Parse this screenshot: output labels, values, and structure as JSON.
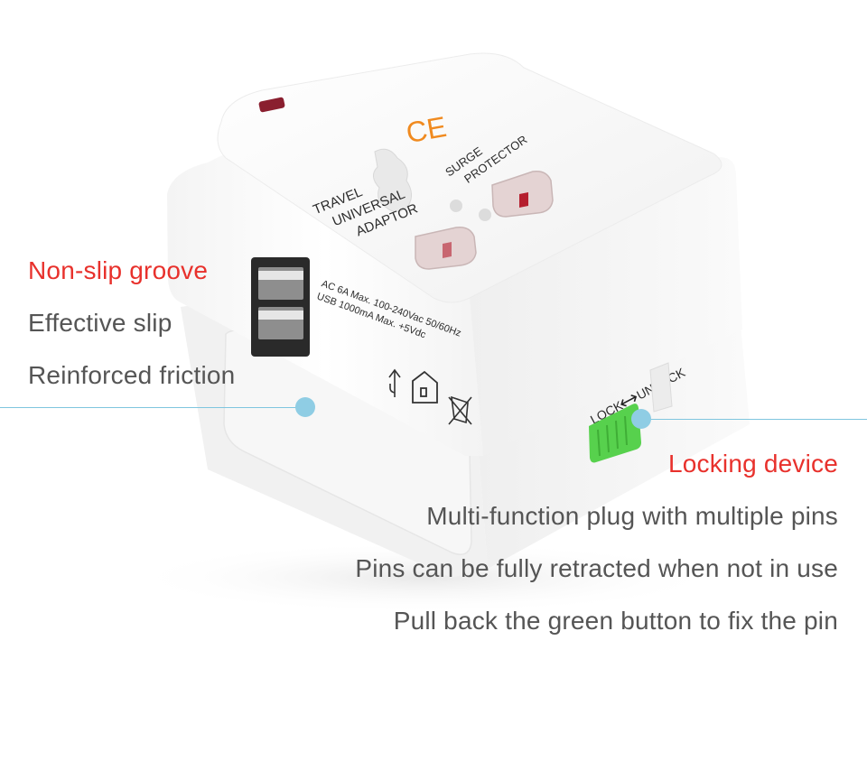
{
  "product": {
    "label_lines": [
      "TRAVEL",
      "UNIVERSAL",
      "ADAPTOR"
    ],
    "surge_lines": [
      "SURGE",
      "PROTECTOR"
    ],
    "cert_mark": "CE",
    "spec_line1": "AC  6A Max. 100-240Vac 50/60Hz",
    "spec_line2": "USB 1000mA Max. +5Vdc",
    "lock_label": "LOCK",
    "unlock_label": "UNLOCK",
    "usb_symbol": "usb-icon",
    "indoor_symbol": "indoor-use-icon",
    "weee_symbol": "weee-bin-icon",
    "body_color": "#fbfbfb",
    "slider_color": "#57d14d",
    "indicator_color": "#8a1f2f"
  },
  "left_callout": {
    "heading": "Non-slip groove",
    "lines": [
      "Effective slip",
      "Reinforced friction"
    ]
  },
  "right_callout": {
    "heading": "Locking device",
    "lines": [
      "Multi-function plug with multiple pins",
      "Pins can be fully retracted when not in use",
      "Pull back the green button to fix the pin"
    ]
  },
  "colors": {
    "heading": "#e8312c",
    "body_text": "#555555",
    "leader_line": "#7fc6df"
  }
}
